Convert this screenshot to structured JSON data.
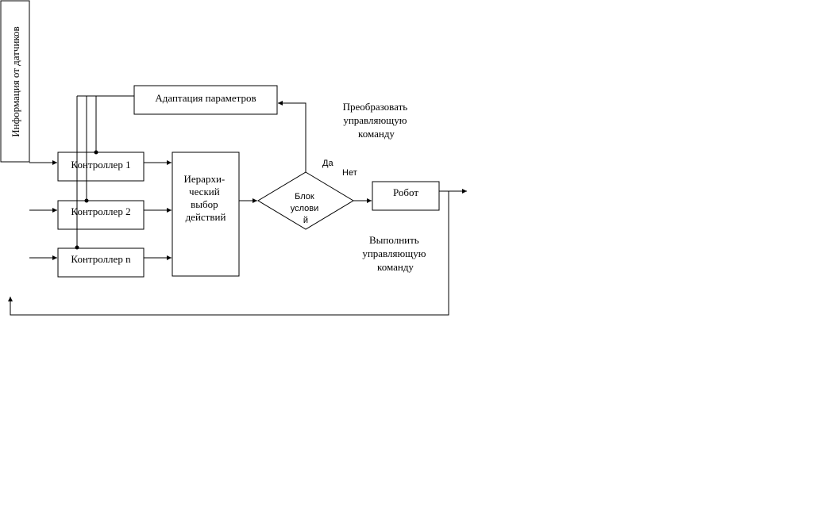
{
  "diagram": {
    "sensor_info_label": "Информация от датчиков",
    "adaptation_label": "Адаптация параметров",
    "controller1_label": "Контроллер 1",
    "controller2_label": "Контроллер 2",
    "controllern_label": "Контроллер n",
    "hierarchy_lines": [
      "Иерархи-",
      "ческий",
      "выбор",
      "действий"
    ],
    "condition_lines": [
      "Блок",
      "услови",
      "й"
    ],
    "yes_label": "Да",
    "no_label": "Нет",
    "robot_label": "Робот",
    "transform_lines": [
      "Преобразовать",
      "управляющую",
      "команду"
    ],
    "execute_lines": [
      "Выполнить",
      "управляющую",
      "команду"
    ]
  }
}
